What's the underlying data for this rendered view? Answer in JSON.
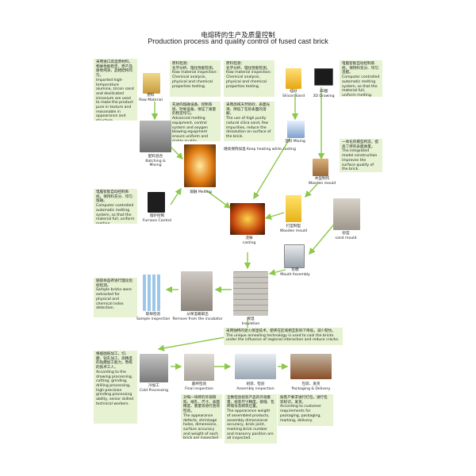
{
  "title": {
    "cn": "电熔砖的生产及质量控制",
    "en": "Production process and quality control of fused cast brick"
  },
  "notes": {
    "raw_material_left": [
      "采用进口高温原材料，物质性能稳定，原产品质地纯净，品相结构均匀。",
      "Imported high-temperature alumina, zircon sand and desilicated zirconium are used to make the product pure in texture and reasonable in appearance and structure."
    ],
    "raw_material_inspect": [
      "原料检测：",
      "化学分析、理化性能检测。",
      "Raw material inspection:",
      "Chemical analysis, physical and chemical properties testing."
    ],
    "silicon_inspect": [
      "原料检测：",
      "化学分析、理化性能检测。",
      "Raw material inspection:",
      "Chemical analysis, physical and chemical properties testing."
    ],
    "drawing_control": [
      "电脑智能自动控制系统，保持料充分、均匀混配。",
      "Computer controlled automatic melting system, so that the material full, uniform melting."
    ],
    "melting_equipment": [
      "先进的熔融设备、控制系统、吹氧设备，保证了质量的稳定均匀。",
      "Advanced melting equipment, control system and oxygen blowing equipment ensure uniform and stable quality."
    ],
    "natural_silica": [
      "采用高纯天然砂砂，表面光滑，降低了在砂表面的溶解。",
      "The use of high purity natural silica sand, few impurities, reduce the  dissolution on surface of the brick."
    ],
    "wooden_mould": [
      "一体化的模型构造，提高了砖的表面质量。",
      "The integrated model construction improves the surface quality of the brick."
    ],
    "furnace_control": [
      "电脑智能自动控制系统，保持料充分、均匀熔融。",
      "Computer controlled automatic melting system, so that the material full, uniform melting."
    ],
    "sample_bricks": [
      "随取样品砖进行理化指标检测。",
      "Sample bricks were extracted for physical and chemical index detection."
    ],
    "annealing": [
      "采用独特的退火保温技术，使砖在区域相互影响下降低，减少裂纹。",
      "The unique annealing technology is used to cool the bricks under the influence of regional interaction and reduce cracks."
    ],
    "cold_processing": [
      "根据图纸加工，切、磨、钻孔加工，高精度的钻磨加工能力，熟练的技术工人。",
      "According to the drawing processing, cutting, grinding, drilling processing, high-precision grinding processing ability, senior skilled technical workers."
    ],
    "final_inspection": [
      "对每一块砖的外观缺陷、缩孔、尺寸、表面精度、重量等进行逐块检验。",
      "The appearance defects, shrinkage holes, dimensions, surface accuracy and weight of each brick are inspected one by one."
    ],
    "assembly_inspection": [
      "全数检验组装产品的外观重量，组装尺寸精度，接缝、包砖缝号及砌筑位置。",
      "The appearance weight of assembled products, assembly dimensional accuracy, brick joint, marking brick number and masonry position are all inspected."
    ],
    "packaging": [
      "按客户要求进行打包，进行包装标识，发货。",
      "According to customer requirements for packaging, packaging, marking, delivery."
    ]
  },
  "steps": {
    "raw_material": [
      "原料",
      "Raw Material"
    ],
    "silicon_sand": [
      "硅砂",
      "Silicon Sand"
    ],
    "drawing_3d": [
      "3D图",
      "3D Drawing"
    ],
    "batching": [
      "配料混合",
      "Batching &",
      "Mixing"
    ],
    "mixing": [
      "混料 Mixing"
    ],
    "keep_heating": [
      "继续保持加温 Keep heating while casting"
    ],
    "melting": [
      "熔融 Melting"
    ],
    "wooden_mould_small": [
      "木型制作",
      "Wooden mould"
    ],
    "furnace_control": [
      "熔炉控制",
      "Furnace Control"
    ],
    "wooden_mould": [
      "打型制型",
      "Wooden mould"
    ],
    "sand_mould": [
      "砂型",
      "sand mould"
    ],
    "casting": [
      "浇铸",
      "casting"
    ],
    "mould_assembly": [
      "装模",
      "Mould Assembly"
    ],
    "sample_inspection": [
      "取样检验",
      "Sample inspection"
    ],
    "remove_incubator": [
      "从保温箱取出",
      "Remove from the incubator"
    ],
    "insulation": [
      "保温",
      "Insulation"
    ],
    "cold_processing": [
      "冷加工",
      "Cold Processing"
    ],
    "final_inspection": [
      "最终检验",
      "Final inspection"
    ],
    "assembly_inspection": [
      "组装、检验",
      "Assembly inspection"
    ],
    "packaging": [
      "包装、发货",
      "Packaging & Delivery"
    ]
  },
  "colors": {
    "note_bg": "#e6f2d2",
    "arrow": "#8cc84b"
  }
}
